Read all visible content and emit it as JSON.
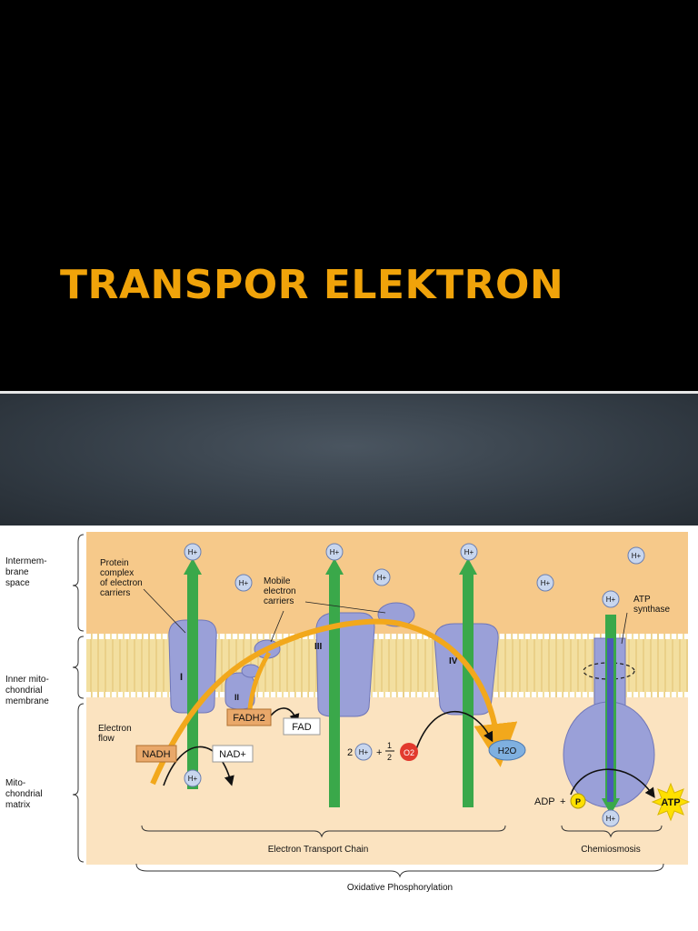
{
  "slide": {
    "title": "TRANSPOR ELEKTRON",
    "colors": {
      "title": "#f0a30a",
      "background": "#000000",
      "band": "#3a444e"
    }
  },
  "figure": {
    "region_labels": [
      [
        "Intermem-",
        "brane",
        "space"
      ],
      [
        "Inner mito-",
        "chondrial",
        "membrane"
      ],
      [
        "Mito-",
        "chondrial",
        "matrix"
      ]
    ],
    "annotations": {
      "protein_complex": [
        "Protein",
        "complex",
        "of electron",
        "carriers"
      ],
      "mobile_carriers": [
        "Mobile",
        "electron",
        "carriers"
      ],
      "atp_synthase": [
        "ATP",
        "synthase"
      ],
      "electron_flow": [
        "Electron",
        "flow"
      ]
    },
    "complex_labels": [
      "I",
      "II",
      "III",
      "IV"
    ],
    "molecules": {
      "nadh": "NADH",
      "nad": "NAD+",
      "fadh2": "FADH2",
      "fad": "FAD",
      "h": "H+",
      "o2_coef": "2",
      "o2": "O2",
      "h2o": "H2O",
      "adp": "ADP",
      "p": "P",
      "atp": "ATP"
    },
    "brackets": {
      "etc": "Electron Transport Chain",
      "chemi": "Chemiosmosis",
      "oxphos": "Oxidative Phosphorylation"
    },
    "colors": {
      "intermembrane": "#f6c98a",
      "matrix": "#fbe3c0",
      "protein": "#9aa0d8",
      "arrow_green": "#3aa84a",
      "electron_path": "#f2a81c",
      "o2": "#e23a2e",
      "h2o": "#7fb0e0",
      "atp": "#ffe000"
    }
  }
}
